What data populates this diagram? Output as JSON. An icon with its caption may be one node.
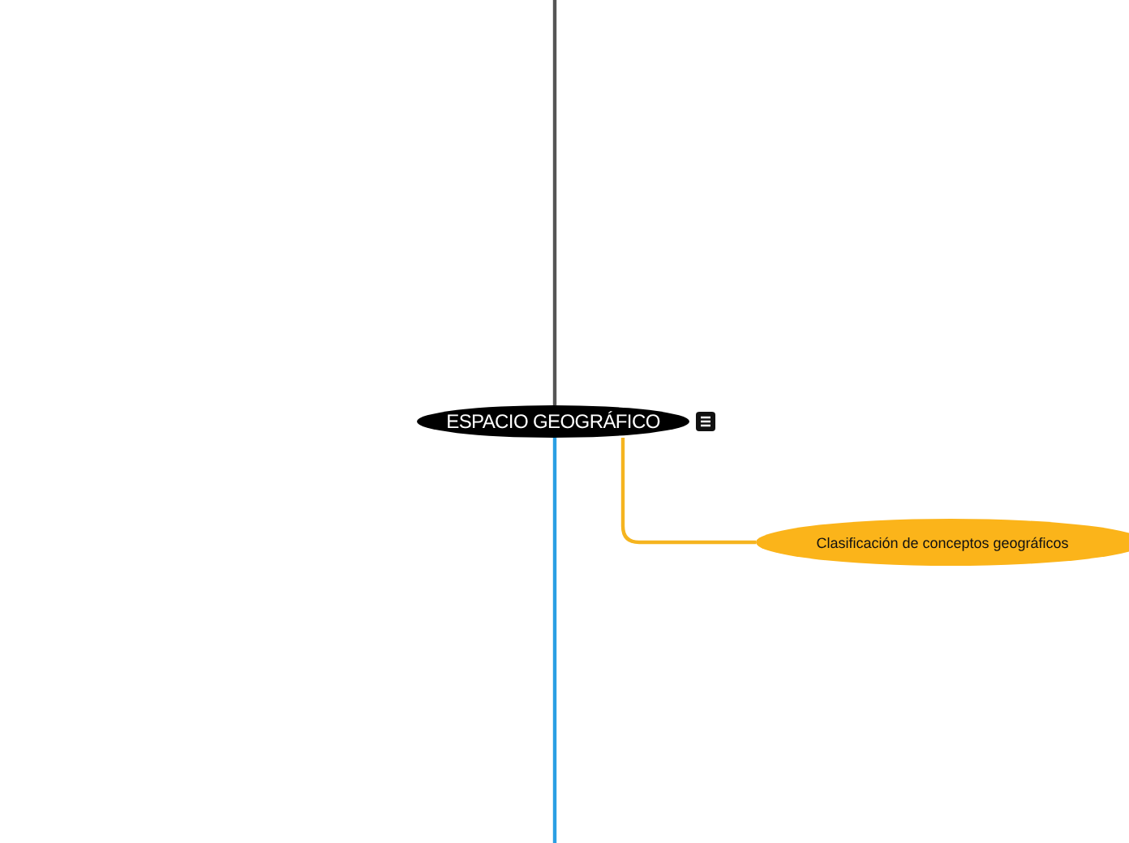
{
  "diagram": {
    "nodes": [
      {
        "text": [
          "ESPACIO GEOGRÁFICO"
        ]
      },
      {
        "text": [
          "Clasificación de conceptos geográficos"
        ]
      }
    ],
    "edges": [
      {
        "from": null,
        "to": 0,
        "arrow": "none",
        "color": "#555555"
      },
      {
        "from": 0,
        "to": null,
        "arrow": "none",
        "color": "#2b9fe3"
      },
      {
        "from": 0,
        "to": 1,
        "arrow": "none",
        "color": "#f5b41f"
      }
    ]
  }
}
